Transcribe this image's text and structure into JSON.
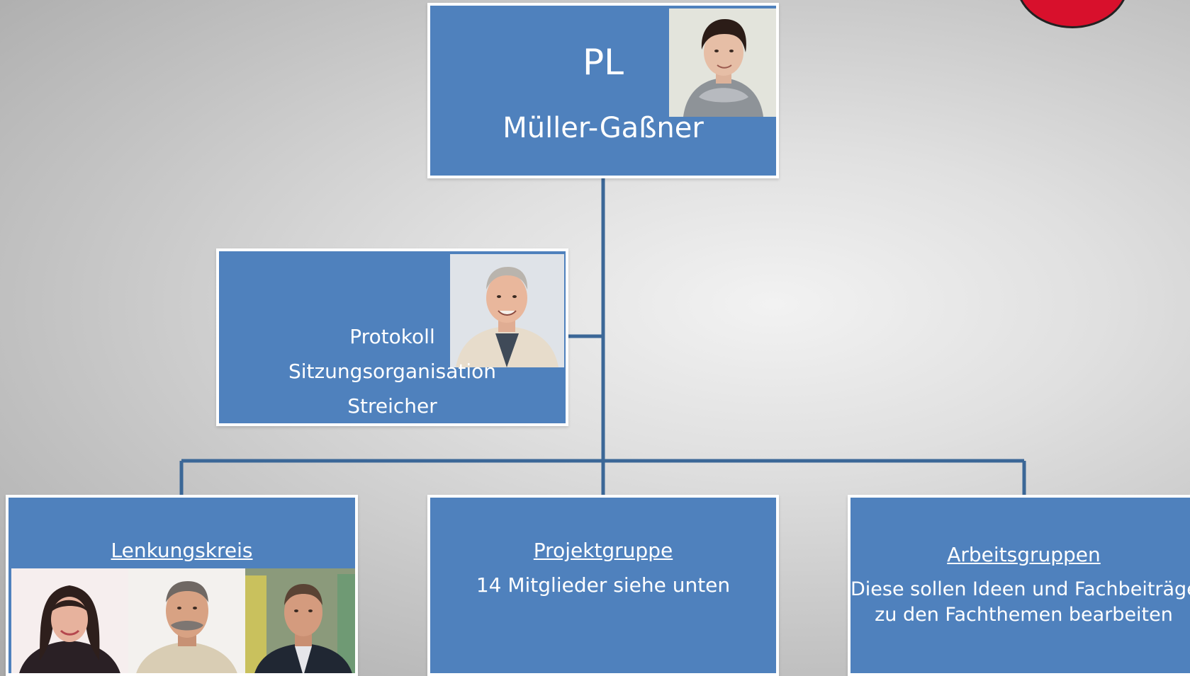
{
  "pl": {
    "role": "PL",
    "name": "Müller-Gaßner"
  },
  "protokoll": {
    "line1": "Protokoll",
    "line2": "Sitzungsorganisation",
    "line3": "Streicher"
  },
  "lenkungskreis": {
    "title": "Lenkungskreis"
  },
  "projektgruppe": {
    "title": "Projektgruppe",
    "subtitle": "14 Mitglieder siehe unten"
  },
  "arbeitsgruppen": {
    "title": "Arbeitsgruppen",
    "line1": "Diese sollen Ideen und Fachbeiträge",
    "line2": "zu den Fachthemen bearbeiten"
  },
  "colors": {
    "box_fill": "#4f81bd",
    "box_border": "#ffffff",
    "connector": "#3b6797",
    "logo_red": "#d8102c"
  }
}
